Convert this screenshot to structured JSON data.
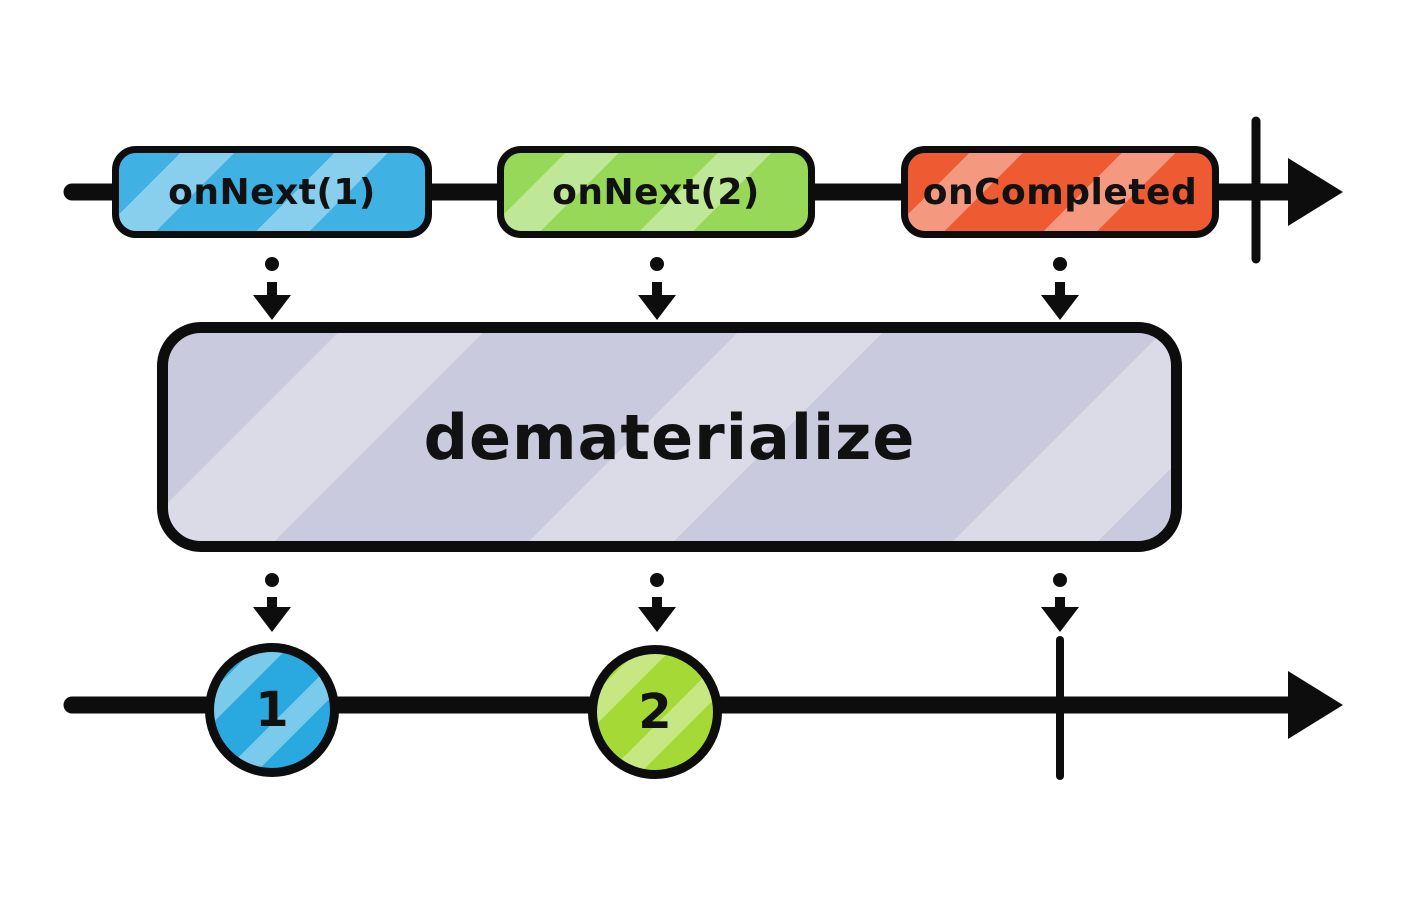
{
  "operator": {
    "label": "dematerialize"
  },
  "input_stream": {
    "events": [
      {
        "label": "onNext(1)",
        "type": "onNext",
        "color": "#3fb1e3"
      },
      {
        "label": "onNext(2)",
        "type": "onNext",
        "color": "#97d858"
      },
      {
        "label": "onCompleted",
        "type": "onCompleted",
        "color": "#ee5b32"
      }
    ],
    "completed": true
  },
  "output_stream": {
    "marbles": [
      {
        "label": "1",
        "color": "#29a9e0"
      },
      {
        "label": "2",
        "color": "#a4d936"
      }
    ],
    "completed": true
  },
  "colors": {
    "stroke": "#0d0d0d",
    "background": "#ffffff",
    "operator_box_fill": "#c9cadd",
    "event_next_1": "#3fb1e3",
    "event_next_2": "#97d858",
    "event_completed": "#ee5b32",
    "marble_1": "#29a9e0",
    "marble_2": "#a4d936"
  }
}
